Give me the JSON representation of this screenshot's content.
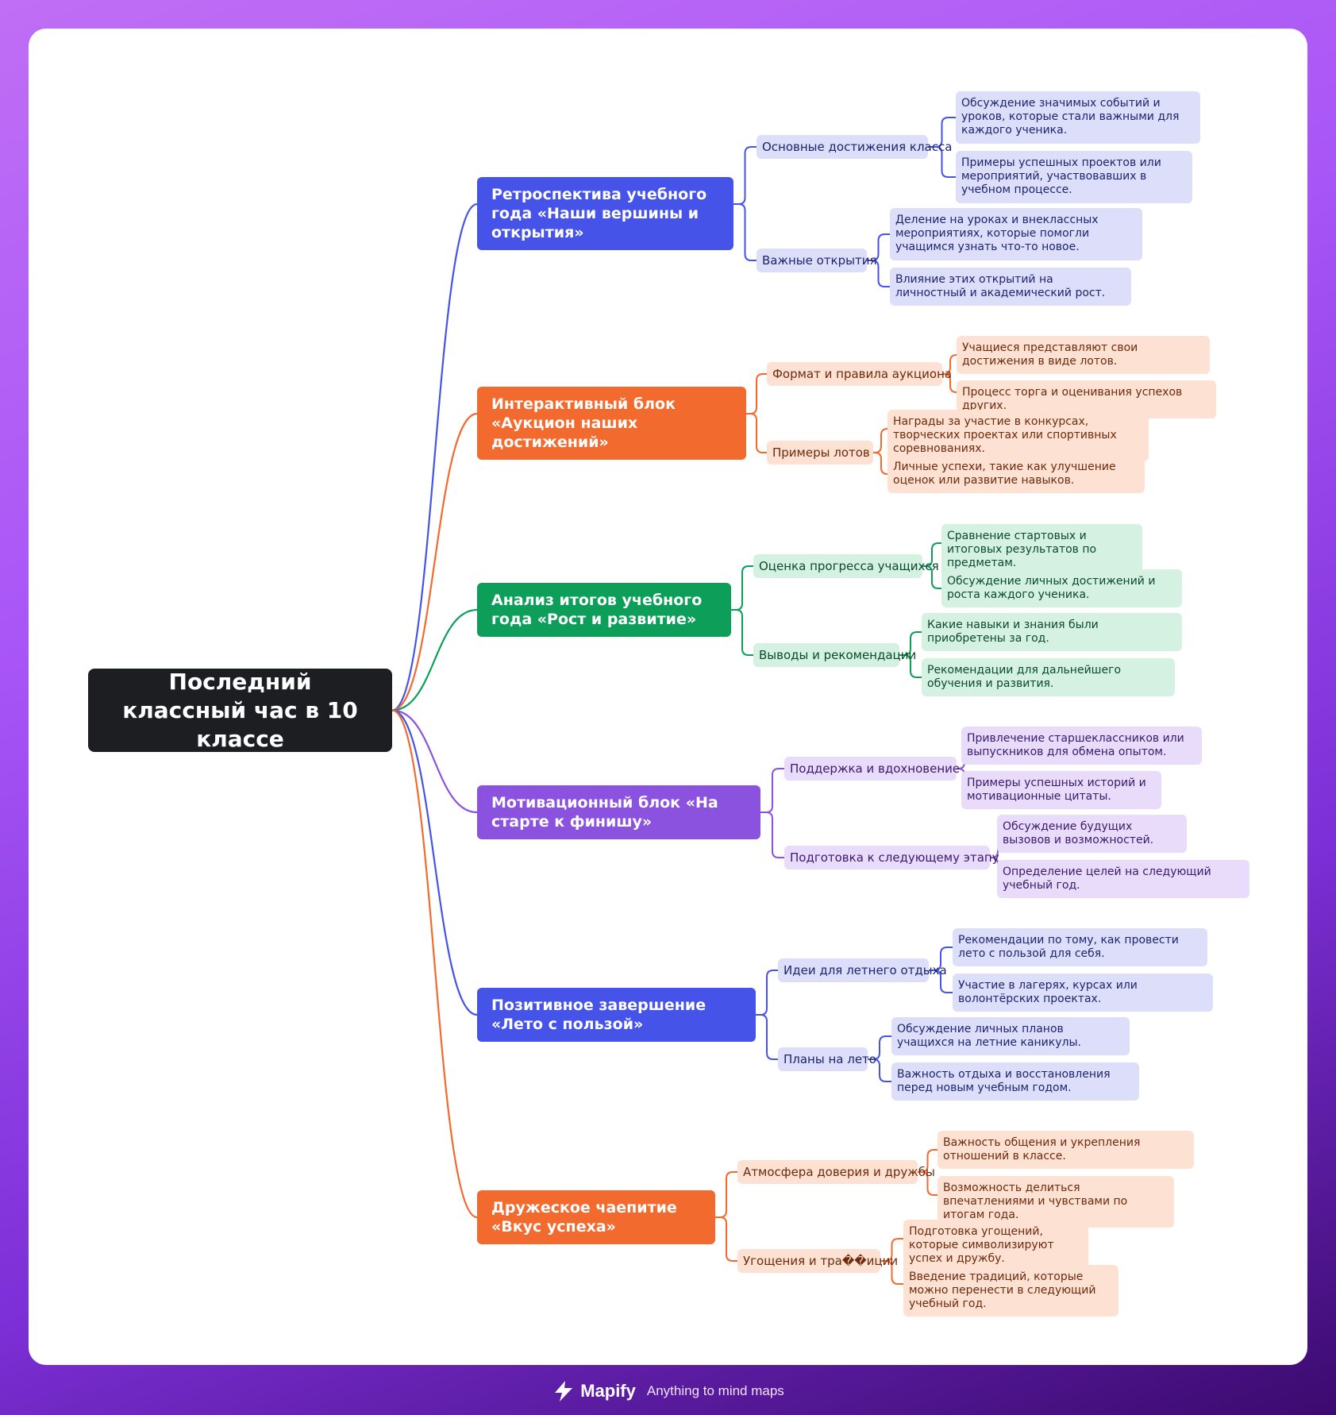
{
  "map": {
    "root": "Последний классный час в 10 классе",
    "branches": [
      {
        "title": "Ретроспектива учебного года «Наши вершины и открытия»",
        "color": "#4553e8",
        "sub_bg": "#dcdefa",
        "sub_text": "#1e2470",
        "children": [
          {
            "label": "Основные достижения класса",
            "items": [
              "Обсуждение значимых событий и уроков, которые стали важными для каждого ученика.",
              "Примеры успешных проектов или мероприятий, участвовавших в учебном процессе."
            ]
          },
          {
            "label": "Важные открытия",
            "items": [
              "Деление на уроках и внеклассных мероприятиях, которые помогли учащимся узнать что-то новое.",
              "Влияние этих открытий на личностный и академический рост."
            ]
          }
        ]
      },
      {
        "title": "Интерактивный блок «Аукцион наших достижений»",
        "color": "#f26a2e",
        "sub_bg": "#fde1d2",
        "sub_text": "#6e2a0c",
        "children": [
          {
            "label": "Формат и правила аукциона",
            "items": [
              "Учащиеся представляют свои достижения в виде лотов.",
              "Процесс торга и оценивания успехов других."
            ]
          },
          {
            "label": "Примеры лотов",
            "items": [
              "Награды за участие в конкурсах, творческих проектах или спортивных соревнованиях.",
              "Личные успехи, такие как улучшение оценок или развитие навыков."
            ]
          }
        ]
      },
      {
        "title": "Анализ итогов учебного года «Рост и развитие»",
        "color": "#0d9e5a",
        "sub_bg": "#d4f1e2",
        "sub_text": "#0b4a2c",
        "children": [
          {
            "label": "Оценка прогресса учащихся",
            "items": [
              "Сравнение стартовых и итоговых результатов по предметам.",
              "Обсуждение личных достижений и роста каждого ученика."
            ]
          },
          {
            "label": "Выводы и рекомендации",
            "items": [
              "Какие навыки и знания были приобретены за год.",
              "Рекомендации для дальнейшего обучения и развития."
            ]
          }
        ]
      },
      {
        "title": "Мотивационный блок «На старте к финишу»",
        "color": "#8b52e0",
        "sub_bg": "#e8dcfa",
        "sub_text": "#3a1a6e",
        "children": [
          {
            "label": "Поддержка и вдохновение",
            "items": [
              "Привлечение старшеклассников или выпускников для обмена опытом.",
              "Примеры успешных историй и мотивационные цитаты."
            ]
          },
          {
            "label": "Подготовка к следующему этапу",
            "items": [
              "Обсуждение будущих вызовов и возможностей.",
              "Определение целей на следующий учебный год."
            ]
          }
        ]
      },
      {
        "title": "Позитивное завершение «Лето с пользой»",
        "color": "#4553e8",
        "sub_bg": "#dcdefa",
        "sub_text": "#1e2470",
        "children": [
          {
            "label": "Идеи для летнего отдыха",
            "items": [
              "Рекомендации по тому, как провести лето с пользой для себя.",
              "Участие в лагерях, курсах или волонтёрских проектах."
            ]
          },
          {
            "label": "Планы на лето",
            "items": [
              "Обсуждение личных планов учащихся на летние каникулы.",
              "Важность отдыха и восстановления перед новым учебным годом."
            ]
          }
        ]
      },
      {
        "title": "Дружеское чаепитие «Вкус успеха»",
        "color": "#f26a2e",
        "sub_bg": "#fde1d2",
        "sub_text": "#6e2a0c",
        "children": [
          {
            "label": "Атмосфера доверия и дружбы",
            "items": [
              "Важность общения и укрепления отношений в классе.",
              "Возможность делиться впечатлениями и чувствами по итогам года."
            ]
          },
          {
            "label": "Угощения и тра��иции",
            "items": [
              "Подготовка угощений, которые символизируют успех и дружбу.",
              "Введение традиций, которые можно перенести в следующий учебный год."
            ]
          }
        ]
      }
    ]
  },
  "footer": {
    "brand": "Mapify",
    "tagline": "Anything to mind maps",
    "logo_icon": "lightning-icon"
  }
}
